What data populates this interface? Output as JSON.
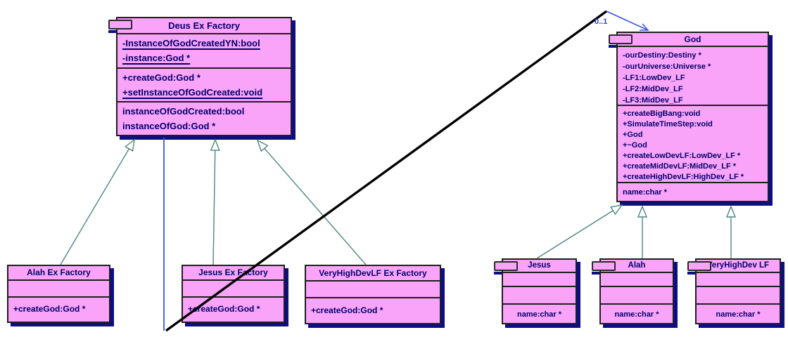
{
  "colors": {
    "class_fill": "#f9a3f9",
    "class_border": "#1f1f1f",
    "shadow_navy": "#0d0d87",
    "member_text": "#00006b",
    "inheritance_line": "#4e8585",
    "association_blue": "#3c55e6",
    "association_black": "#000000",
    "multiplicity_text": "#2a41d8"
  },
  "association": {
    "multiplicity": "0..1"
  },
  "classes": {
    "deus_ex_factory": {
      "title": "Deus Ex Factory",
      "attributes": [
        "-InstanceOfGodCreatedYN:bool",
        "-instance:God *"
      ],
      "operations": [
        "+createGod:God *",
        "+setInstanceOfGodCreated:void"
      ],
      "extras": [
        "instanceOfGodCreated:bool",
        "instanceOfGod:God *"
      ],
      "static_members": [
        "-InstanceOfGodCreatedYN:bool",
        "-instance:God *",
        "+setInstanceOfGodCreated:void"
      ]
    },
    "alah_ex_factory": {
      "title": "Alah Ex Factory",
      "operations": [
        "+createGod:God *"
      ]
    },
    "jesus_ex_factory": {
      "title": "Jesus Ex Factory",
      "operations": [
        "+createGod:God *"
      ]
    },
    "veryhighdevlf_ex_factory": {
      "title": "VeryHighDevLF Ex Factory",
      "operations": [
        "+createGod:God *"
      ]
    },
    "god": {
      "title": "God",
      "attributes": [
        "-ourDestiny:Destiny *",
        "-ourUniverse:Universe *",
        "-LF1:LowDev_LF",
        "-LF2:MidDev_LF",
        "-LF3:MidDev_LF"
      ],
      "operations": [
        "+createBigBang:void",
        "+SimulateTimeStep:void",
        "+God",
        "+~God",
        "+createLowDevLF:LowDev_LF *",
        "+createMidDevLF:MidDev_LF *",
        "+createHighDevLF:HighDev_LF *"
      ],
      "extras": [
        "name:char *"
      ]
    },
    "jesus": {
      "title": "Jesus",
      "extras": [
        "name:char *"
      ]
    },
    "alah": {
      "title": "Alah",
      "extras": [
        "name:char *"
      ]
    },
    "veryhighdev_lf": {
      "title": "VeryHighDev LF",
      "extras": [
        "name:char *"
      ]
    }
  }
}
